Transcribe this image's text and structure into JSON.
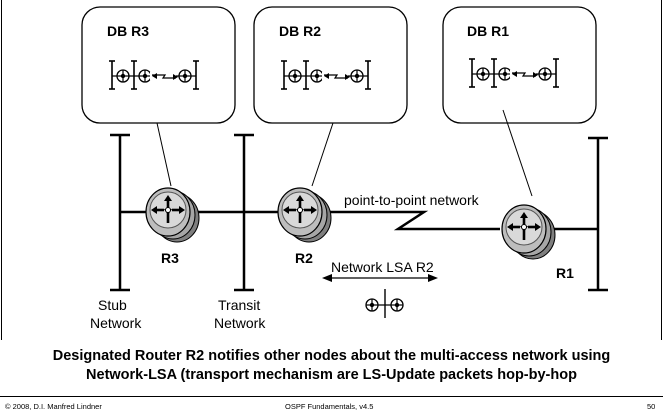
{
  "databases": [
    {
      "id": "r3",
      "title": "DB R3"
    },
    {
      "id": "r2",
      "title": "DB R2"
    },
    {
      "id": "r1",
      "title": "DB R1"
    }
  ],
  "routers": [
    {
      "id": "r3",
      "label": "R3"
    },
    {
      "id": "r2",
      "label": "R2"
    },
    {
      "id": "r1",
      "label": "R1"
    }
  ],
  "networks": {
    "stub_line1": "Stub",
    "stub_line2": "Network",
    "transit_line1": "Transit",
    "transit_line2": "Network",
    "p2p": "point-to-point network",
    "lsa": "Network LSA R2"
  },
  "caption": {
    "line1": "Designated Router R2 notifies other nodes about the multi-access network using",
    "line2": "Network-LSA (transport mechanism are LS-Update packets hop-by-hop"
  },
  "footer": {
    "copyright": "© 2008, D.I. Manfred Lindner",
    "course": "OSPF Fundamentals, v4.5",
    "page": "50"
  },
  "colors": {
    "router_body": "#bdbdbd",
    "router_shadow": "#7f7f7f",
    "router_face": "#d9d9d9",
    "line": "#000000"
  }
}
